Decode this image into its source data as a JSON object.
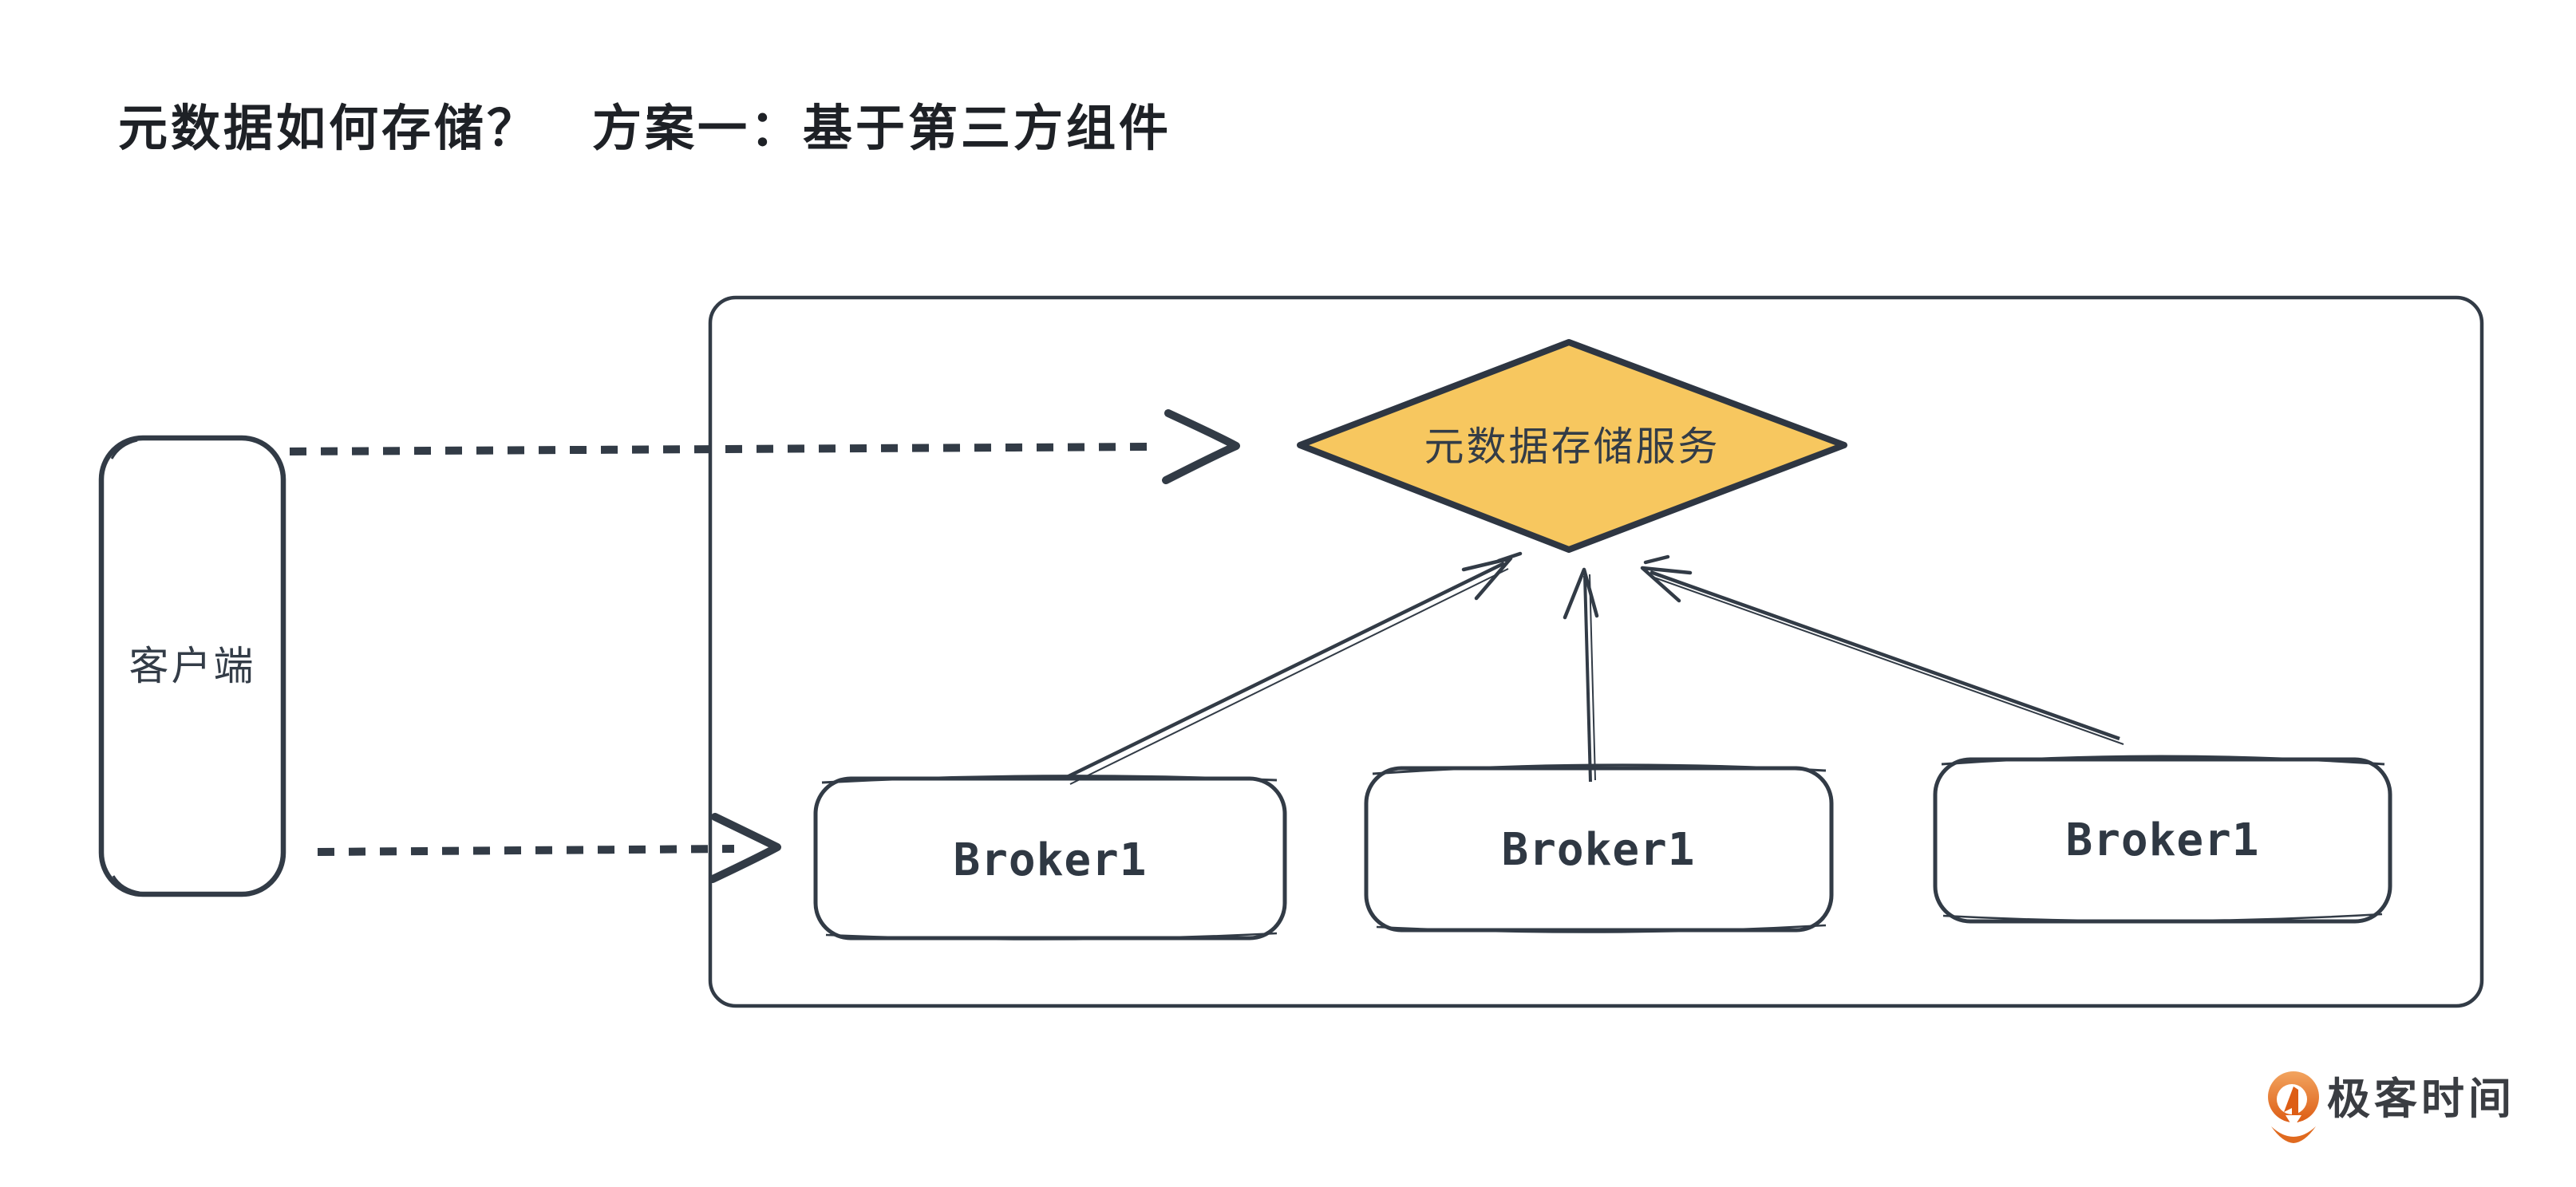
{
  "title": "元数据如何存储？　方案一：基于第三方组件",
  "diagram": {
    "client": {
      "label": "客户端"
    },
    "metadata_service": {
      "label": "元数据存储服务"
    },
    "brokers": [
      {
        "label": "Broker1"
      },
      {
        "label": "Broker1"
      },
      {
        "label": "Broker1"
      }
    ],
    "edges": [
      "client --dashed--> metadata_service",
      "client --dashed--> broker_1",
      "broker_1 --solid--> metadata_service",
      "broker_2 --solid--> metadata_service",
      "broker_3 --solid--> metadata_service"
    ]
  },
  "footer": {
    "brand": "极客时间",
    "logo": "geektime-pin-logo"
  },
  "colors": {
    "ink": "#323B46",
    "title_text": "#1E2126",
    "diamond_fill": "#F7C75F",
    "broker_fill": "#F3CFC9",
    "logo_orange_light": "#F2A45F",
    "logo_orange_dark": "#DD5D15",
    "background": "#FFFFFF"
  }
}
